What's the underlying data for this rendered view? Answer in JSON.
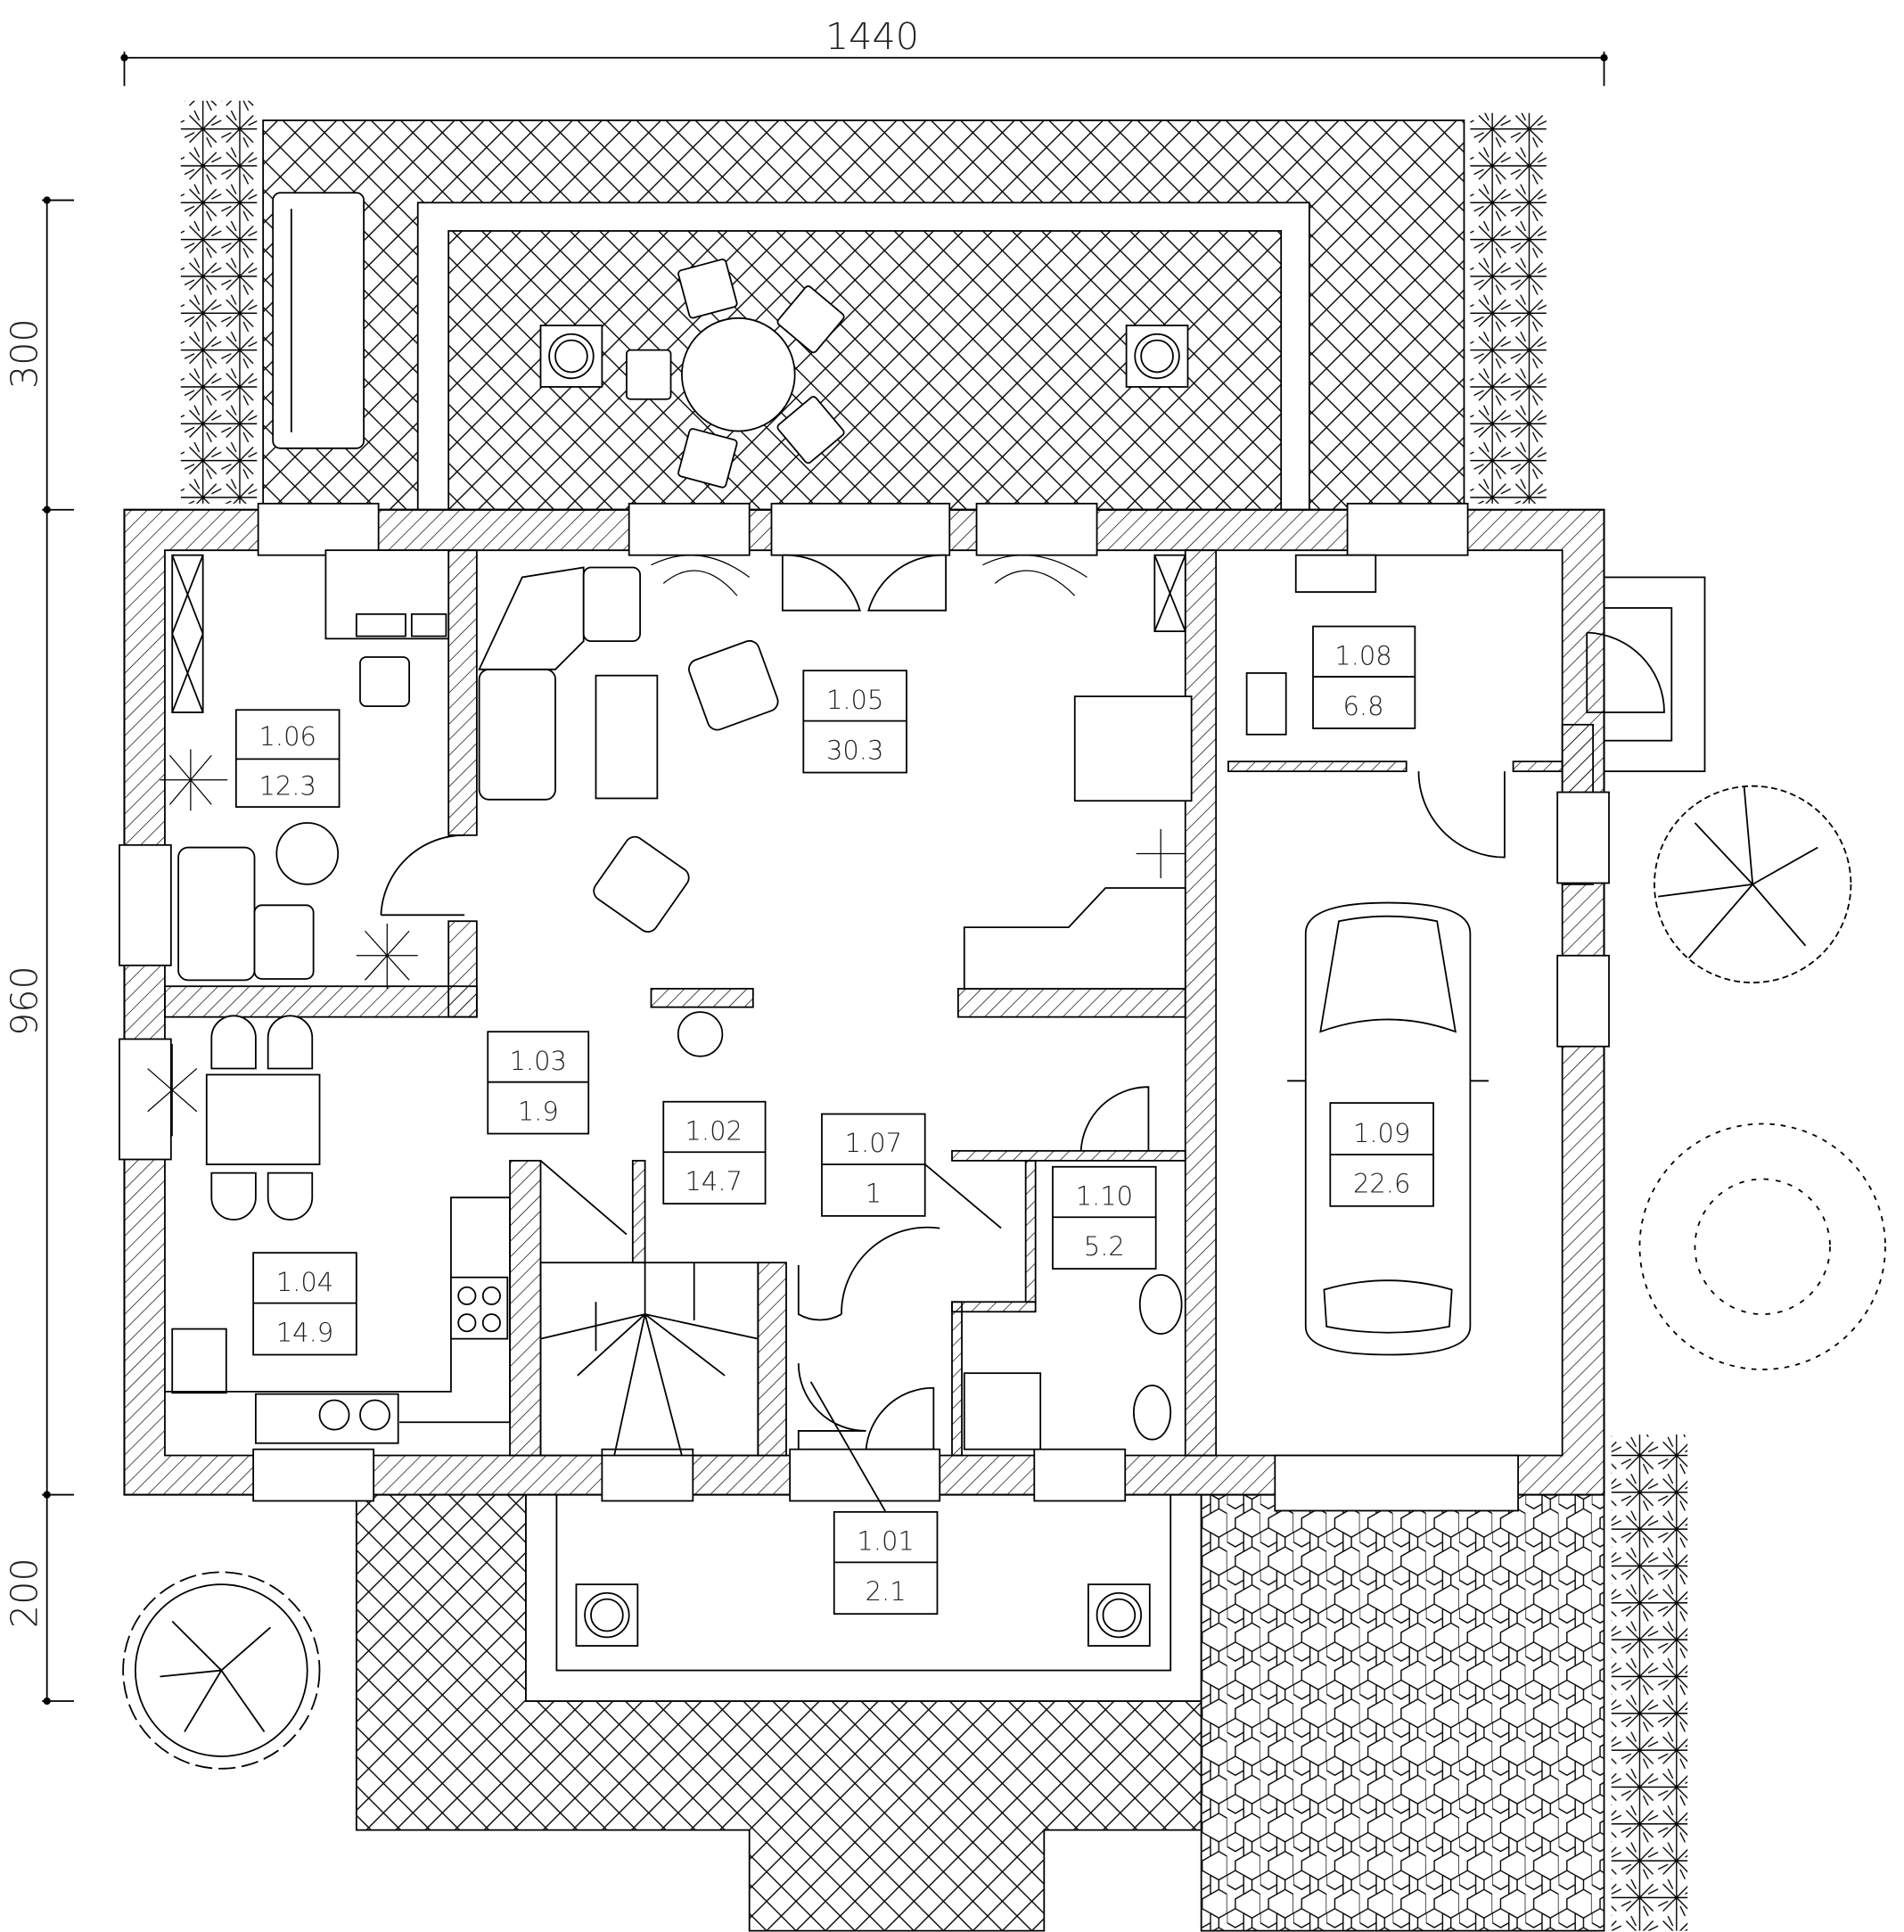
{
  "plan": {
    "dimensions": {
      "overall_width": "1440",
      "terrace_depth": "300",
      "house_depth": "960",
      "porch_depth": "200"
    },
    "rooms": [
      {
        "number": "1.01",
        "area": "2.1"
      },
      {
        "number": "1.02",
        "area": "14.7"
      },
      {
        "number": "1.03",
        "area": "1.9"
      },
      {
        "number": "1.04",
        "area": "14.9"
      },
      {
        "number": "1.05",
        "area": "30.3"
      },
      {
        "number": "1.06",
        "area": "12.3"
      },
      {
        "number": "1.07",
        "area": "1"
      },
      {
        "number": "1.08",
        "area": "6.8"
      },
      {
        "number": "1.09",
        "area": "22.6"
      },
      {
        "number": "1.10",
        "area": "5.2"
      }
    ]
  }
}
